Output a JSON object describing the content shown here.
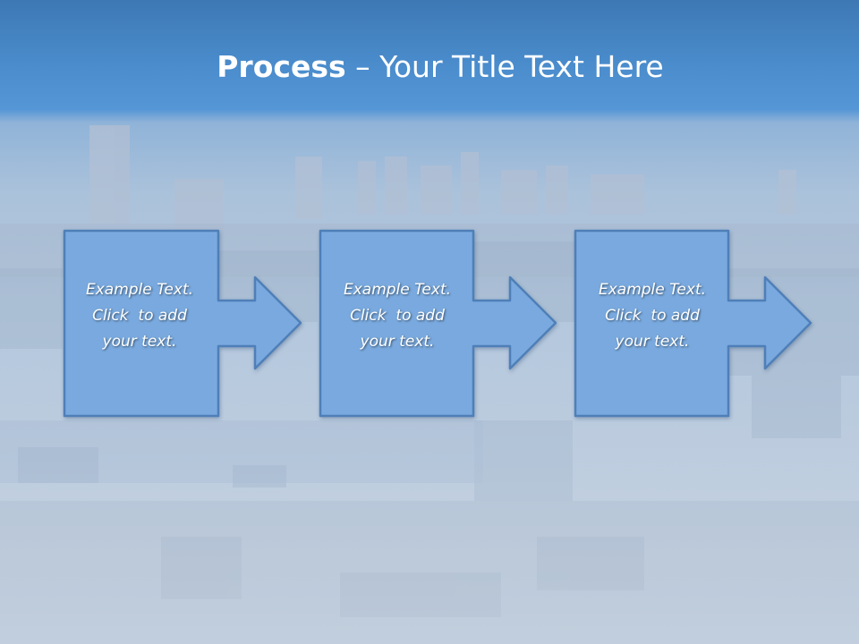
{
  "title": {
    "bold": "Process",
    "separator": " – ",
    "rest": "Your Title Text Here"
  },
  "steps": [
    {
      "line1": "Example Text.",
      "line2": "Click  to add",
      "line3": "your text."
    },
    {
      "line1": "Example Text.",
      "line2": "Click  to add",
      "line3": "your text."
    },
    {
      "line1": "Example Text.",
      "line2": "Click  to add",
      "line3": "your text."
    }
  ],
  "colors": {
    "box_fill": "#79a9de",
    "box_border": "#4f7fb8",
    "title_text": "#ffffff"
  }
}
